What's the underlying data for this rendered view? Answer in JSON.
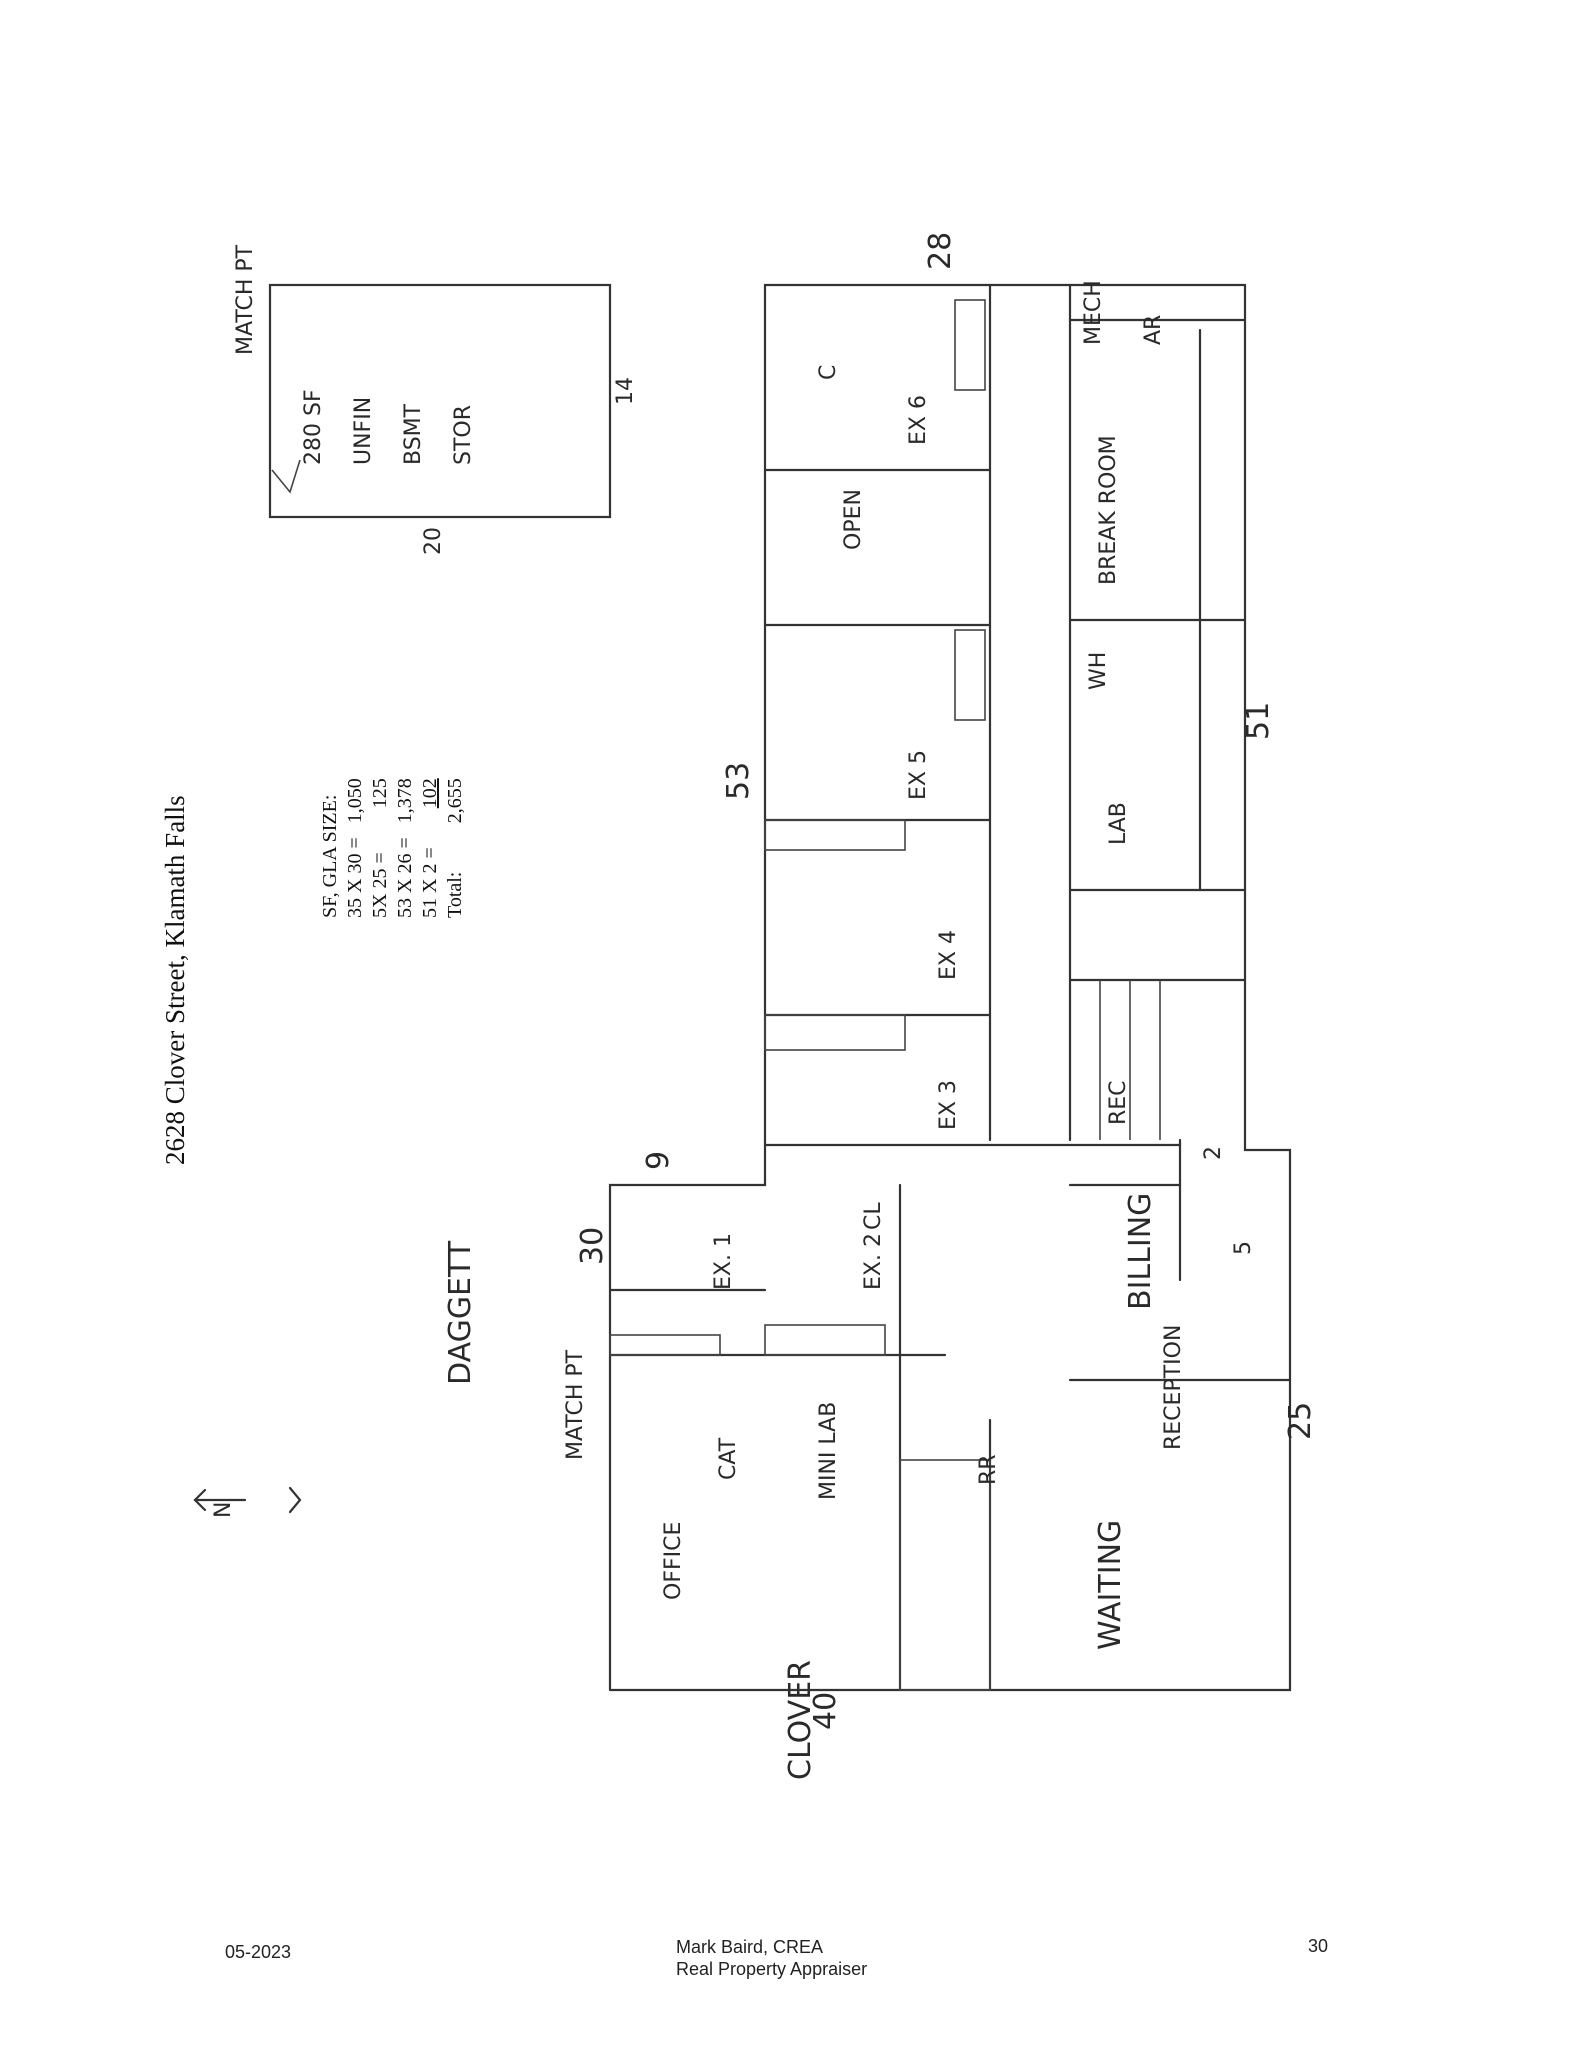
{
  "document": {
    "title": "2628 Clover Street, Klamath Falls",
    "sf_table": {
      "heading": "SF, GLA SIZE:",
      "rows": [
        {
          "label": "35 X 30 =",
          "value": "1,050"
        },
        {
          "label": "5X 25 =",
          "value": "125"
        },
        {
          "label": "53 X 26 =",
          "value": "1,378"
        },
        {
          "label": "51 X 2 =",
          "value": "102"
        },
        {
          "label": "Total:",
          "value": "2,655"
        }
      ]
    },
    "footer": {
      "date": "05-2023",
      "name": "Mark Baird, CREA",
      "role": "Real Property Appraiser",
      "page": "30"
    }
  },
  "sketch": {
    "north_label": "N",
    "streets": {
      "side": "DAGGETT",
      "front": "CLOVER"
    },
    "basement_lines": [
      "280 SF",
      "UNFIN",
      "BSMT",
      "STOR"
    ],
    "match_point_label": "MATCH PT",
    "dimensions": {
      "basement_long": "20",
      "basement_short": "14",
      "d30": "30",
      "d9": "9",
      "d53": "53",
      "d28": "28",
      "d51": "51",
      "d25": "25",
      "d40": "40",
      "d5": "5",
      "d2": "2"
    },
    "rooms": {
      "office": "OFFICE",
      "cat": "CAT",
      "mini_lab": "MINI LAB",
      "rr": "RR",
      "waiting": "WAITING",
      "reception": "RECEPTION",
      "billing": "BILLING",
      "ex1": "EX. 1",
      "ex2": "EX. 2",
      "ex3": "EX 3",
      "ex4": "EX 4",
      "ex5": "EX 5",
      "ex6": "EX 6",
      "cl": "CL",
      "c": "C",
      "open": "OPEN",
      "lab": "LAB",
      "break_room": "BREAK ROOM",
      "rec": "REC",
      "ar": "AR",
      "wh": "WH",
      "mech": "MECH"
    }
  }
}
